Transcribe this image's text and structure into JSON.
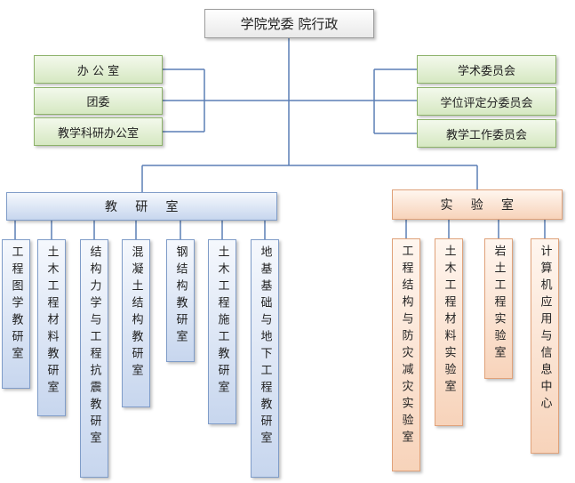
{
  "top": {
    "label": "学院党委 院行政"
  },
  "left_offices": [
    "办 公 室",
    "团委",
    "教学科研办公室"
  ],
  "right_committees": [
    "学术委员会",
    "学位评定分委员会",
    "教学工作委员会"
  ],
  "teaching": {
    "header": "教    研    室",
    "items": [
      "工程图学教研室",
      "土木工程材料教研室",
      "结构力学与工程抗震教研室",
      "混凝土结构教研室",
      "钢结构教研室",
      "土木工程施工教研室",
      "地基基础与地下工程教研室"
    ]
  },
  "lab": {
    "header": "实    验    室",
    "items": [
      "工程结构与防灾减灾实验室",
      "土木工程材料实验室",
      "岩土工程实验室",
      "计算机应用与信息中心"
    ]
  },
  "colors": {
    "line": "#5b7fb5",
    "green_border": "#8db26a",
    "blue_border": "#7f9cc8",
    "orange_border": "#e0a27a"
  }
}
